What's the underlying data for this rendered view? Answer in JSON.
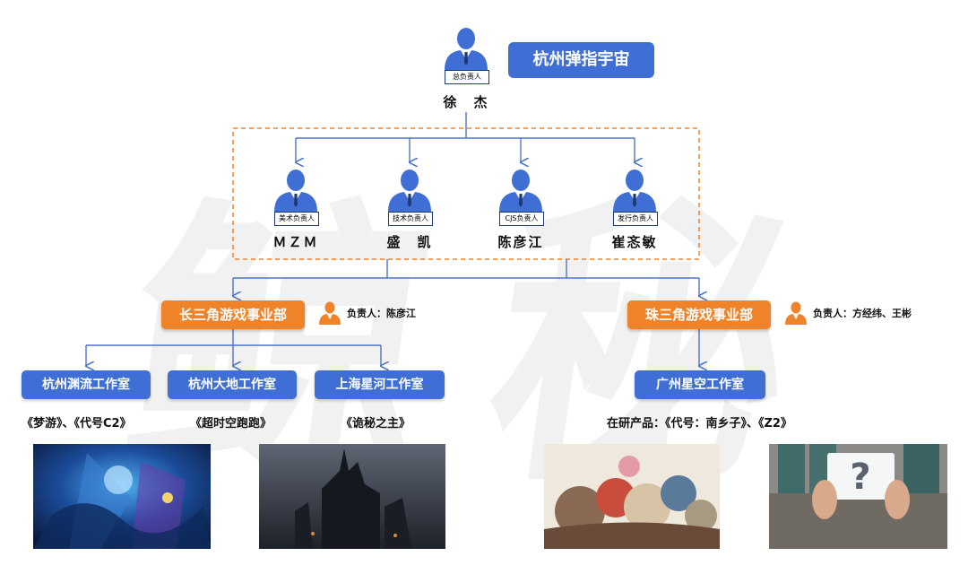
{
  "watermark": "鲸 秘",
  "company": "杭州弹指宇宙",
  "top_person": {
    "role": "总负责人",
    "name": "徐　杰"
  },
  "leads": [
    {
      "role": "美术负责人",
      "name": "ＭＺＭ"
    },
    {
      "role": "技术负责人",
      "name": "盛　凯"
    },
    {
      "role": "CJS负责人",
      "name": "陈彦江"
    },
    {
      "role": "发行负责人",
      "name": "崔忞敏"
    }
  ],
  "departments": [
    {
      "name": "长三角游戏事业部",
      "lead": "负责人：陈彦江"
    },
    {
      "name": "珠三角游戏事业部",
      "lead": "负责人：方经纬、王彬"
    }
  ],
  "studios": [
    {
      "name": "杭州渊流工作室",
      "products": "《梦游》、《代号C2》"
    },
    {
      "name": "杭州大地工作室",
      "products": "《超时空跑跑》"
    },
    {
      "name": "上海星河工作室",
      "products": "《诡秘之主》"
    },
    {
      "name": "广州星空工作室",
      "products": "在研产品：《代号：南乡子》、《Z2》"
    }
  ],
  "colors": {
    "blue": "#3f6fd4",
    "orange": "#ef8329",
    "navy": "#2b4f9e",
    "line": "#4d74c9"
  }
}
